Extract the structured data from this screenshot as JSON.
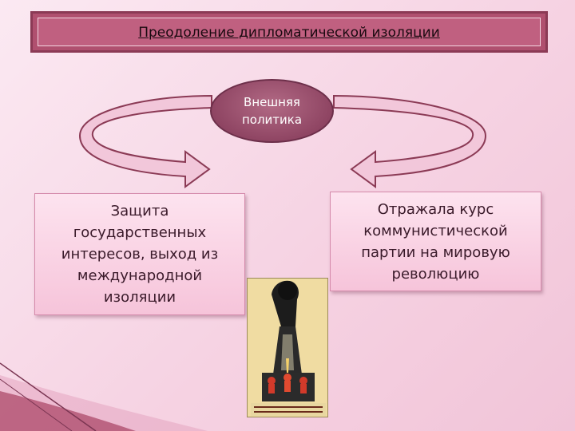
{
  "title": "Преодоление дипломатической изоляции",
  "center": {
    "label": "Внешняя\nполитика"
  },
  "left_box": {
    "text": "Защита\nгосударственных\nинтересов, выход из\nмеждународной\nизоляции"
  },
  "right_box": {
    "text": "Отражала курс\nкоммунистической\nпартии на мировую\nреволюцию"
  },
  "poster": {
    "caption": ""
  },
  "colors": {
    "title_bar": "#b0506f",
    "oval": "#8f4563",
    "box_fill": "#f9d3e5",
    "arrow_fill": "#f2c7da",
    "arrow_stroke": "#8b3a55"
  }
}
